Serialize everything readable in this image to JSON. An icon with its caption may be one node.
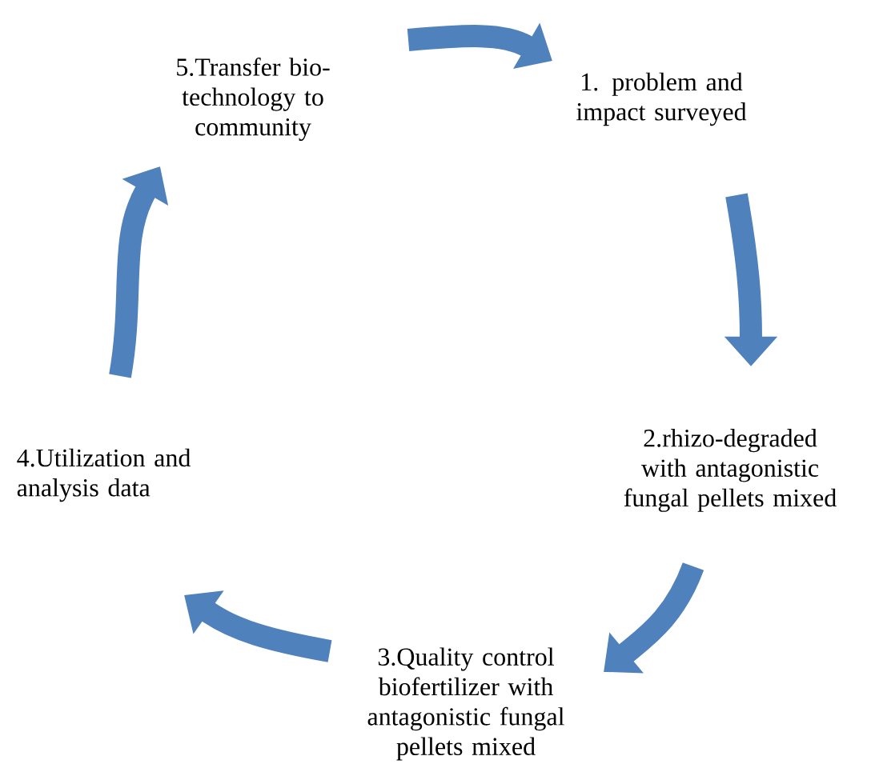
{
  "diagram": {
    "nodes": [
      {
        "text": [
          "1. problem and impact surveyed"
        ]
      },
      {
        "text": [
          "2.rhizo-degraded with antagonistic fungal pellets mixed"
        ]
      },
      {
        "text": [
          "3.Quality control biofertilizer with antagonistic fungal pellets mixed"
        ]
      },
      {
        "text": [
          "4.Utilization and analysis data"
        ]
      },
      {
        "text": [
          "5.Transfer bio-technology to community"
        ]
      }
    ],
    "edges": [
      {
        "from": 4,
        "to": 0,
        "arrow": "to"
      },
      {
        "from": 0,
        "to": 1,
        "arrow": "to"
      },
      {
        "from": 1,
        "to": 2,
        "arrow": "to"
      },
      {
        "from": 2,
        "to": 3,
        "arrow": "to"
      },
      {
        "from": 3,
        "to": 4,
        "arrow": "to"
      }
    ]
  }
}
